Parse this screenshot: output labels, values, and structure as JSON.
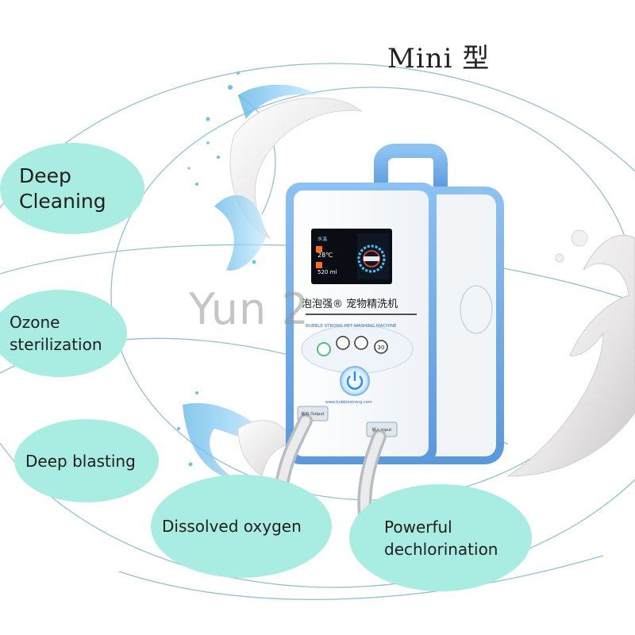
{
  "title": "Mini 型",
  "watermark": "Yun 2",
  "features": [
    "Deep\nCleaning",
    "Ozone\nsterilization",
    "Deep blasting",
    "Dissolved oxygen",
    "Powerful\ndechlorination"
  ],
  "device": {
    "brand_label": "泡泡强® 宠物精洗机",
    "english_label": "BUBBLE STRONG PET WASHING MACHINE",
    "screen_left": {
      "top_label": "水温",
      "temp": "28℃",
      "flow": "520 ml"
    },
    "timer_button": "30",
    "outlet_label": "输出\nOutput",
    "inlet_label": "输入\nInput",
    "website": "www.bubblestrong.com"
  },
  "colors": {
    "bubble": "#a9ece1",
    "device_blue": "#6aa9e8",
    "screen": "#0a0d14",
    "screen_accent": "#3ec8ff"
  }
}
